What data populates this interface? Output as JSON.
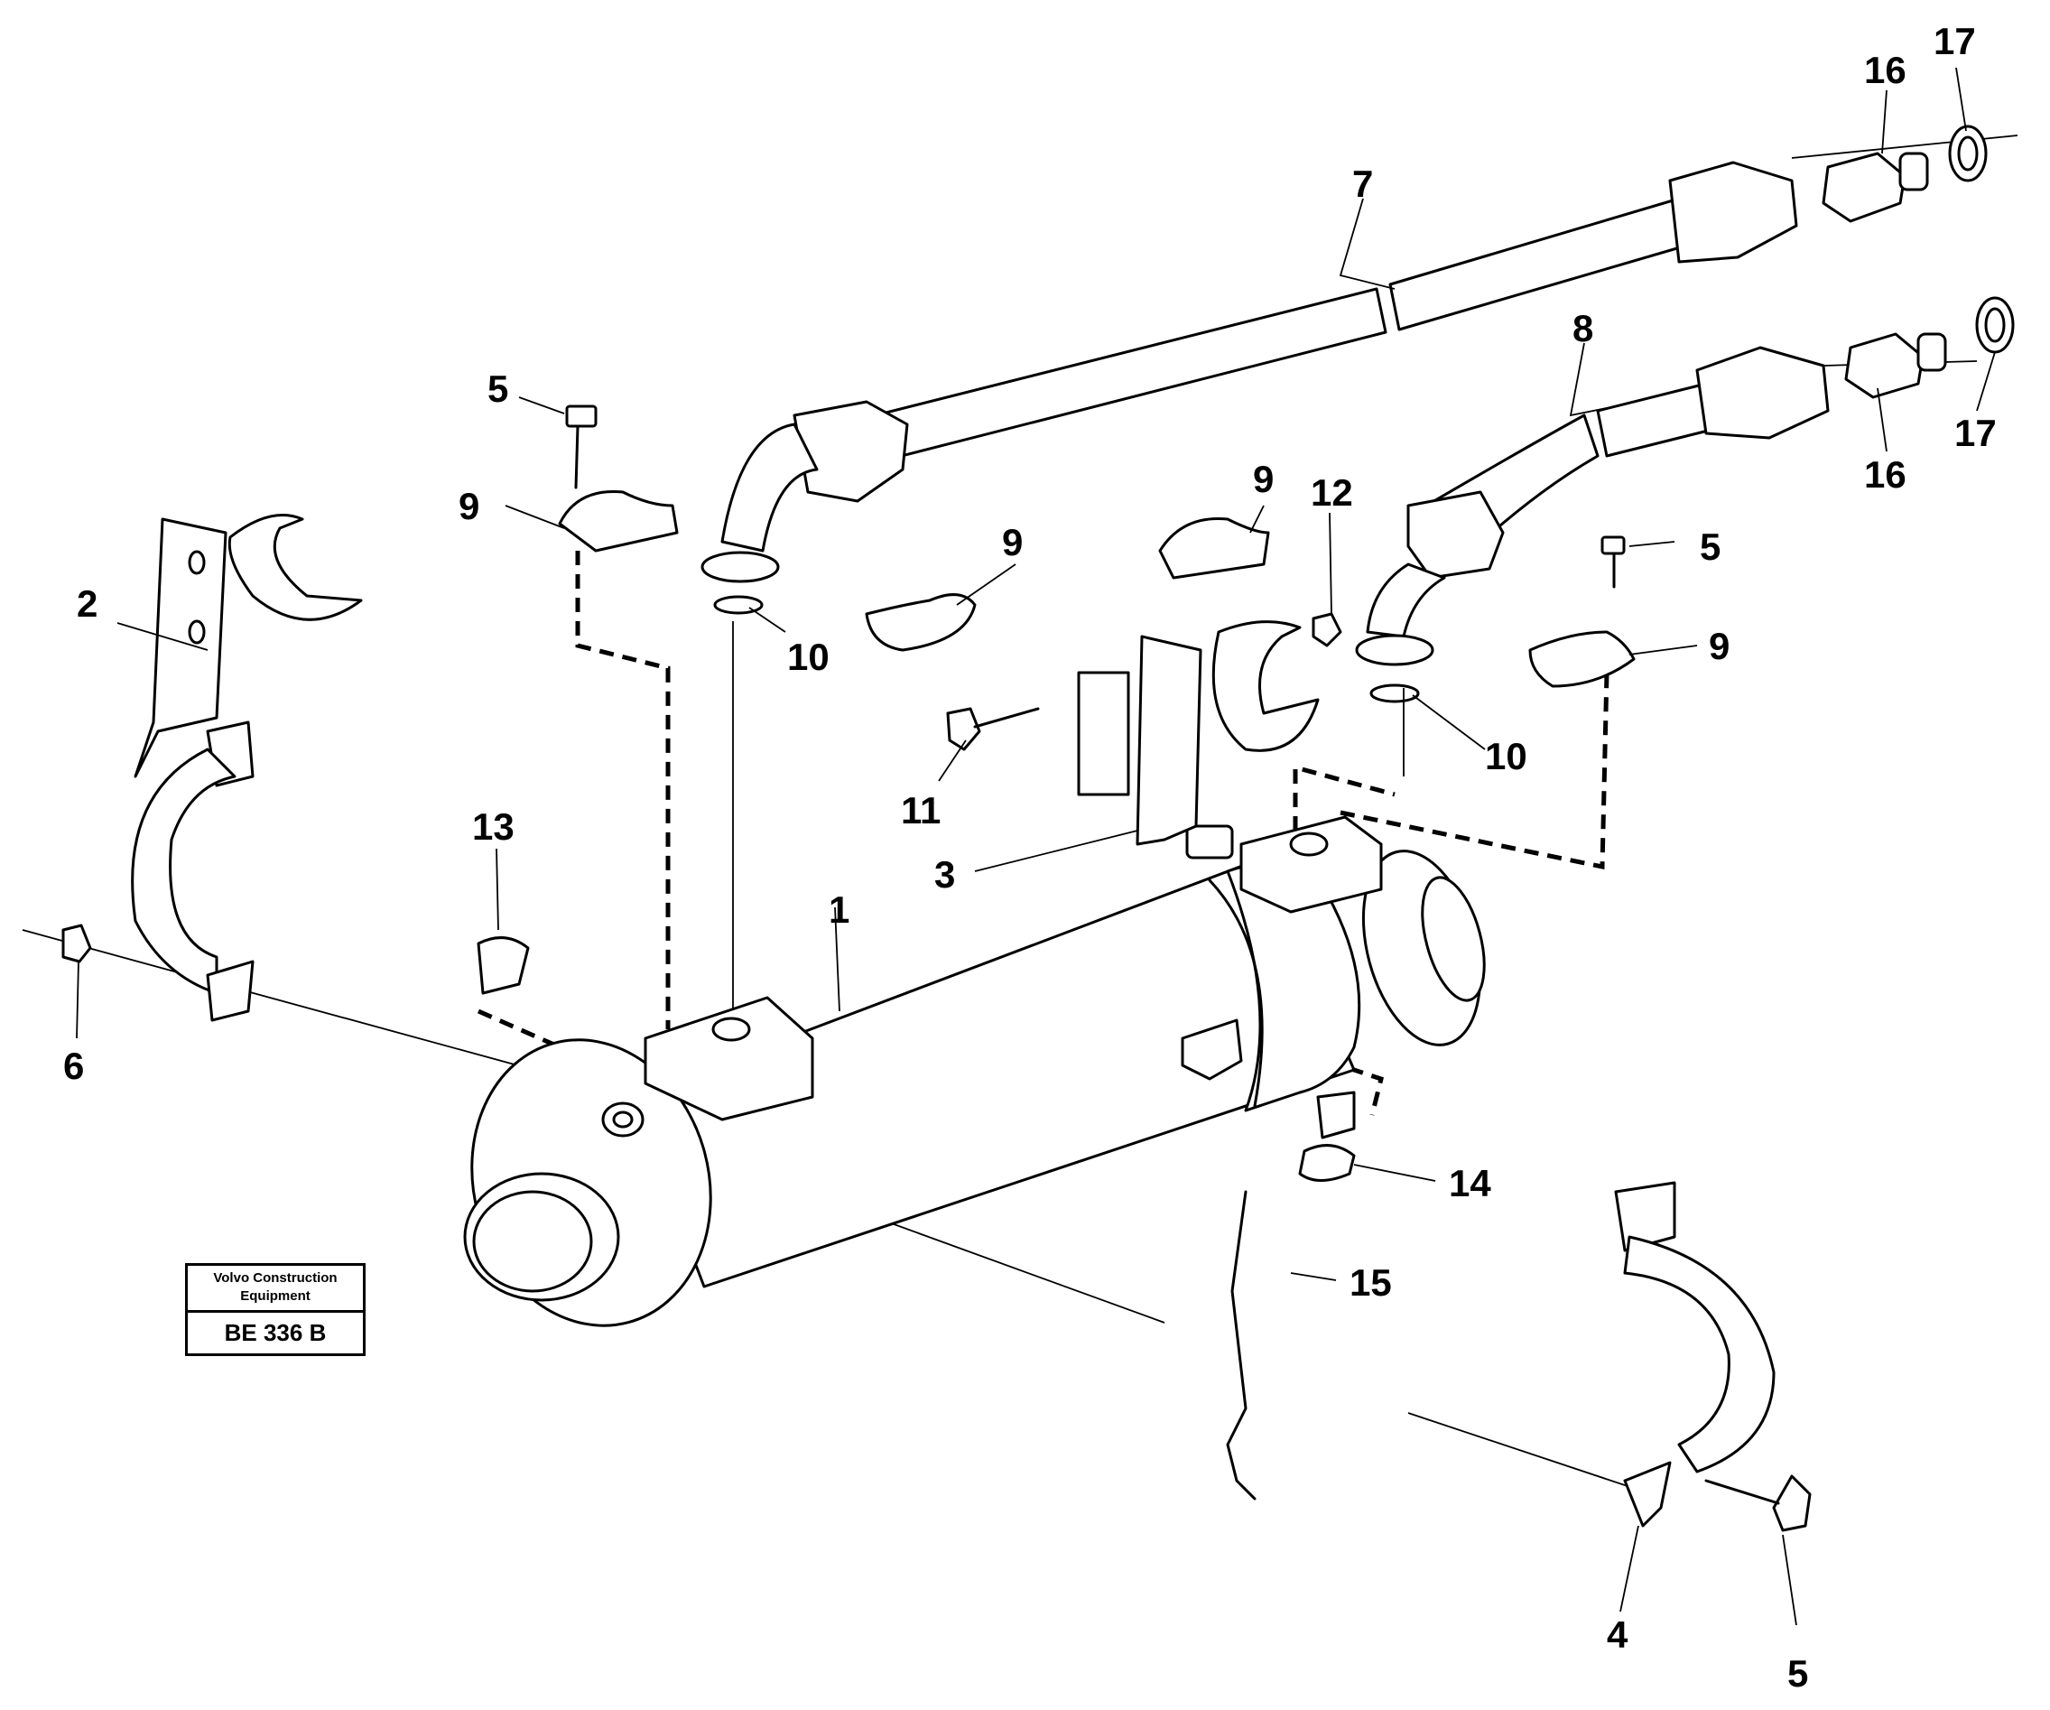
{
  "diagram": {
    "callouts": [
      "1",
      "2",
      "3",
      "4",
      "5",
      "5",
      "5",
      "6",
      "7",
      "8",
      "9",
      "9",
      "9",
      "9",
      "10",
      "10",
      "11",
      "12",
      "13",
      "14",
      "15",
      "16",
      "16",
      "17",
      "17"
    ]
  },
  "stamp": {
    "company_line1": "Volvo Construction",
    "company_line2": "Equipment",
    "code": "BE 336 B"
  }
}
